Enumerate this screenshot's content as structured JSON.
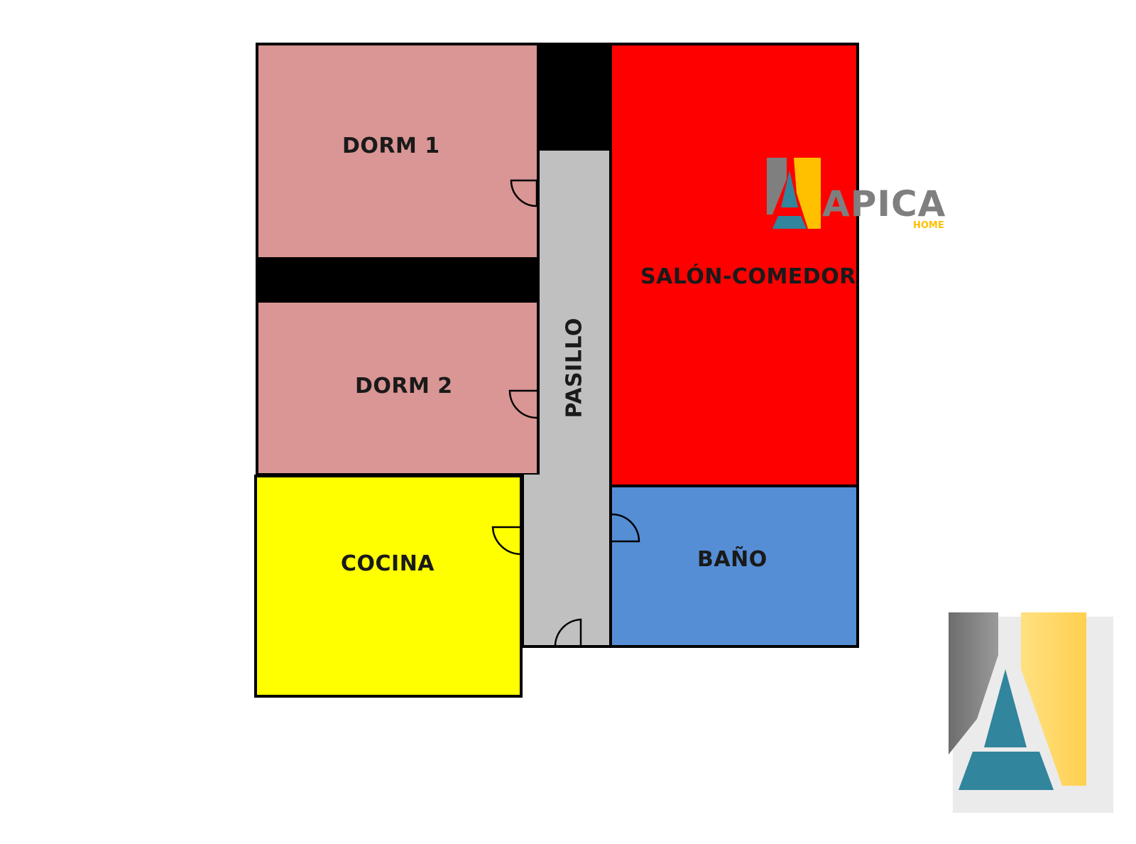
{
  "plan": {
    "rooms": {
      "dorm1": {
        "label": "DORM 1",
        "color": "#D99694"
      },
      "dorm2": {
        "label": "DORM 2",
        "color": "#D99694"
      },
      "salon": {
        "label": "SALÓN-COMEDOR",
        "color": "#FF0000"
      },
      "pasillo": {
        "label": "PASILLO",
        "color": "#C0C0C0"
      },
      "cocina": {
        "label": "COCINA",
        "color": "#FFFF00"
      },
      "bano": {
        "label": "BAÑO",
        "color": "#558ED5"
      }
    },
    "wall_color": "#000000"
  },
  "brand": {
    "name": "APICA",
    "tagline": "HOME",
    "colors": {
      "gray": "#7F7F7F",
      "gold": "#FFC000",
      "teal": "#31859C"
    }
  }
}
